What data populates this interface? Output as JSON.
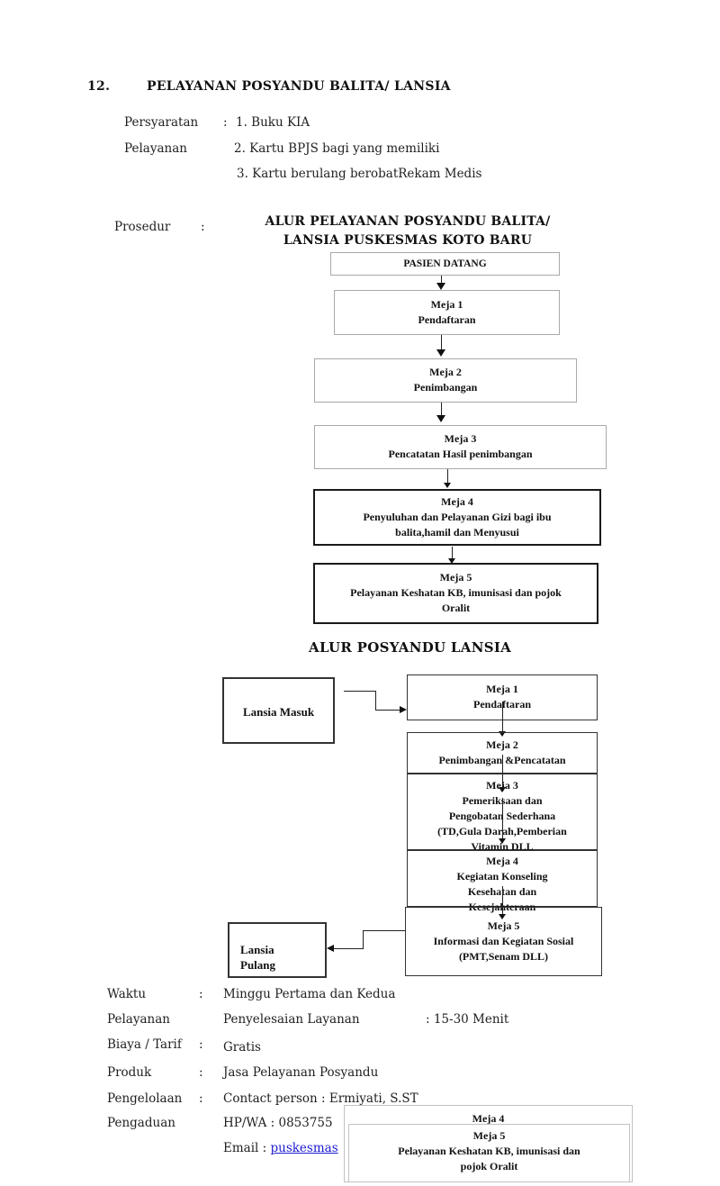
{
  "header": {
    "number": "12.",
    "title": "PELAYANAN POSYANDU BALITA/ LANSIA"
  },
  "requirements": {
    "label1": "Persyaratan",
    "label2": "Pelayanan",
    "colon": ":",
    "item1": "1. Buku KIA",
    "item2": "2. Kartu BPJS bagi yang memiliki",
    "item3": "3. Kartu berulang berobatRekam Medis"
  },
  "procedure": {
    "label": "Prosedur",
    "colon": ":",
    "chart_title_line1": "ALUR PELAYANAN POSYANDU BALITA/",
    "chart_title_line2": "LANSIA PUSKESMAS KOTO BARU"
  },
  "balita_flow": {
    "start": "PASIEN DATANG",
    "meja1_title": "Meja 1",
    "meja1_sub": "Pendaftaran",
    "meja2_title": "Meja 2",
    "meja2_sub": "Penimbangan",
    "meja3_title": "Meja 3",
    "meja3_sub": "Pencatatan Hasil penimbangan",
    "meja4_title": "Meja 4",
    "meja4_line1": "Penyuluhan dan Pelayanan Gizi bagi ibu",
    "meja4_line2": "balita,hamil dan Menyusui",
    "meja5_title": "Meja 5",
    "meja5_line1": "Pelayanan Keshatan KB, imunisasi dan pojok",
    "meja5_line2": "Oralit"
  },
  "lansia_flow": {
    "title": "ALUR POSYANDU LANSIA",
    "entry": "Lansia Masuk",
    "meja1_title": "Meja 1",
    "meja1_sub": "Pendaftaran",
    "meja2_title": "Meja 2",
    "meja2_sub": "Penimbangan &Pencatatan",
    "meja3_title": "Meja 3",
    "meja3_line1": "Pemeriksaan dan",
    "meja3_line2": "Pengobatan Sederhana",
    "meja3_line3": "(TD,Gula Darah,Pemberian",
    "meja3_line4": "Vitamin DLL",
    "meja4_title": "Meja 4",
    "meja4_line1": "Kegiatan Konseling",
    "meja4_line2": "Kesehatan dan",
    "meja4_line3": "Kesejahteraan",
    "meja5_title": "Meja 5",
    "meja5_line1": "Informasi dan Kegiatan Sosial",
    "meja5_line2": "(PMT,Senam DLL)",
    "exit_line1": "Lansia",
    "exit_line2": "Pulang"
  },
  "details": {
    "waktu_label": "Waktu",
    "waktu_colon": ":",
    "waktu_value": "Minggu Pertama dan Kedua",
    "pelayanan_label": "Pelayanan",
    "pelayanan_value": "Penyelesaian Layanan",
    "pelayanan_duration": ": 15-30 Menit",
    "biaya_label": "Biaya / Tarif",
    "biaya_colon": ":",
    "biaya_value": "Gratis",
    "produk_label": "Produk",
    "produk_colon": ":",
    "produk_value": "Jasa Pelayanan Posyandu",
    "pengelolaan_label": "Pengelolaan",
    "pengelolaan_colon": ":",
    "pengelolaan_value": "Contact person : Ermiyati, S.ST",
    "pengaduan_label": "Pengaduan",
    "pengaduan_value": "HP/WA : 0853755",
    "email_label": "Email :",
    "email_link": "puskesmas"
  },
  "overlay": {
    "box1_title": "Meja 4",
    "box2_title": "Meja 5",
    "box2_line1": "Pelayanan Keshatan KB, imunisasi dan",
    "box2_line2": "pojok Oralit"
  }
}
